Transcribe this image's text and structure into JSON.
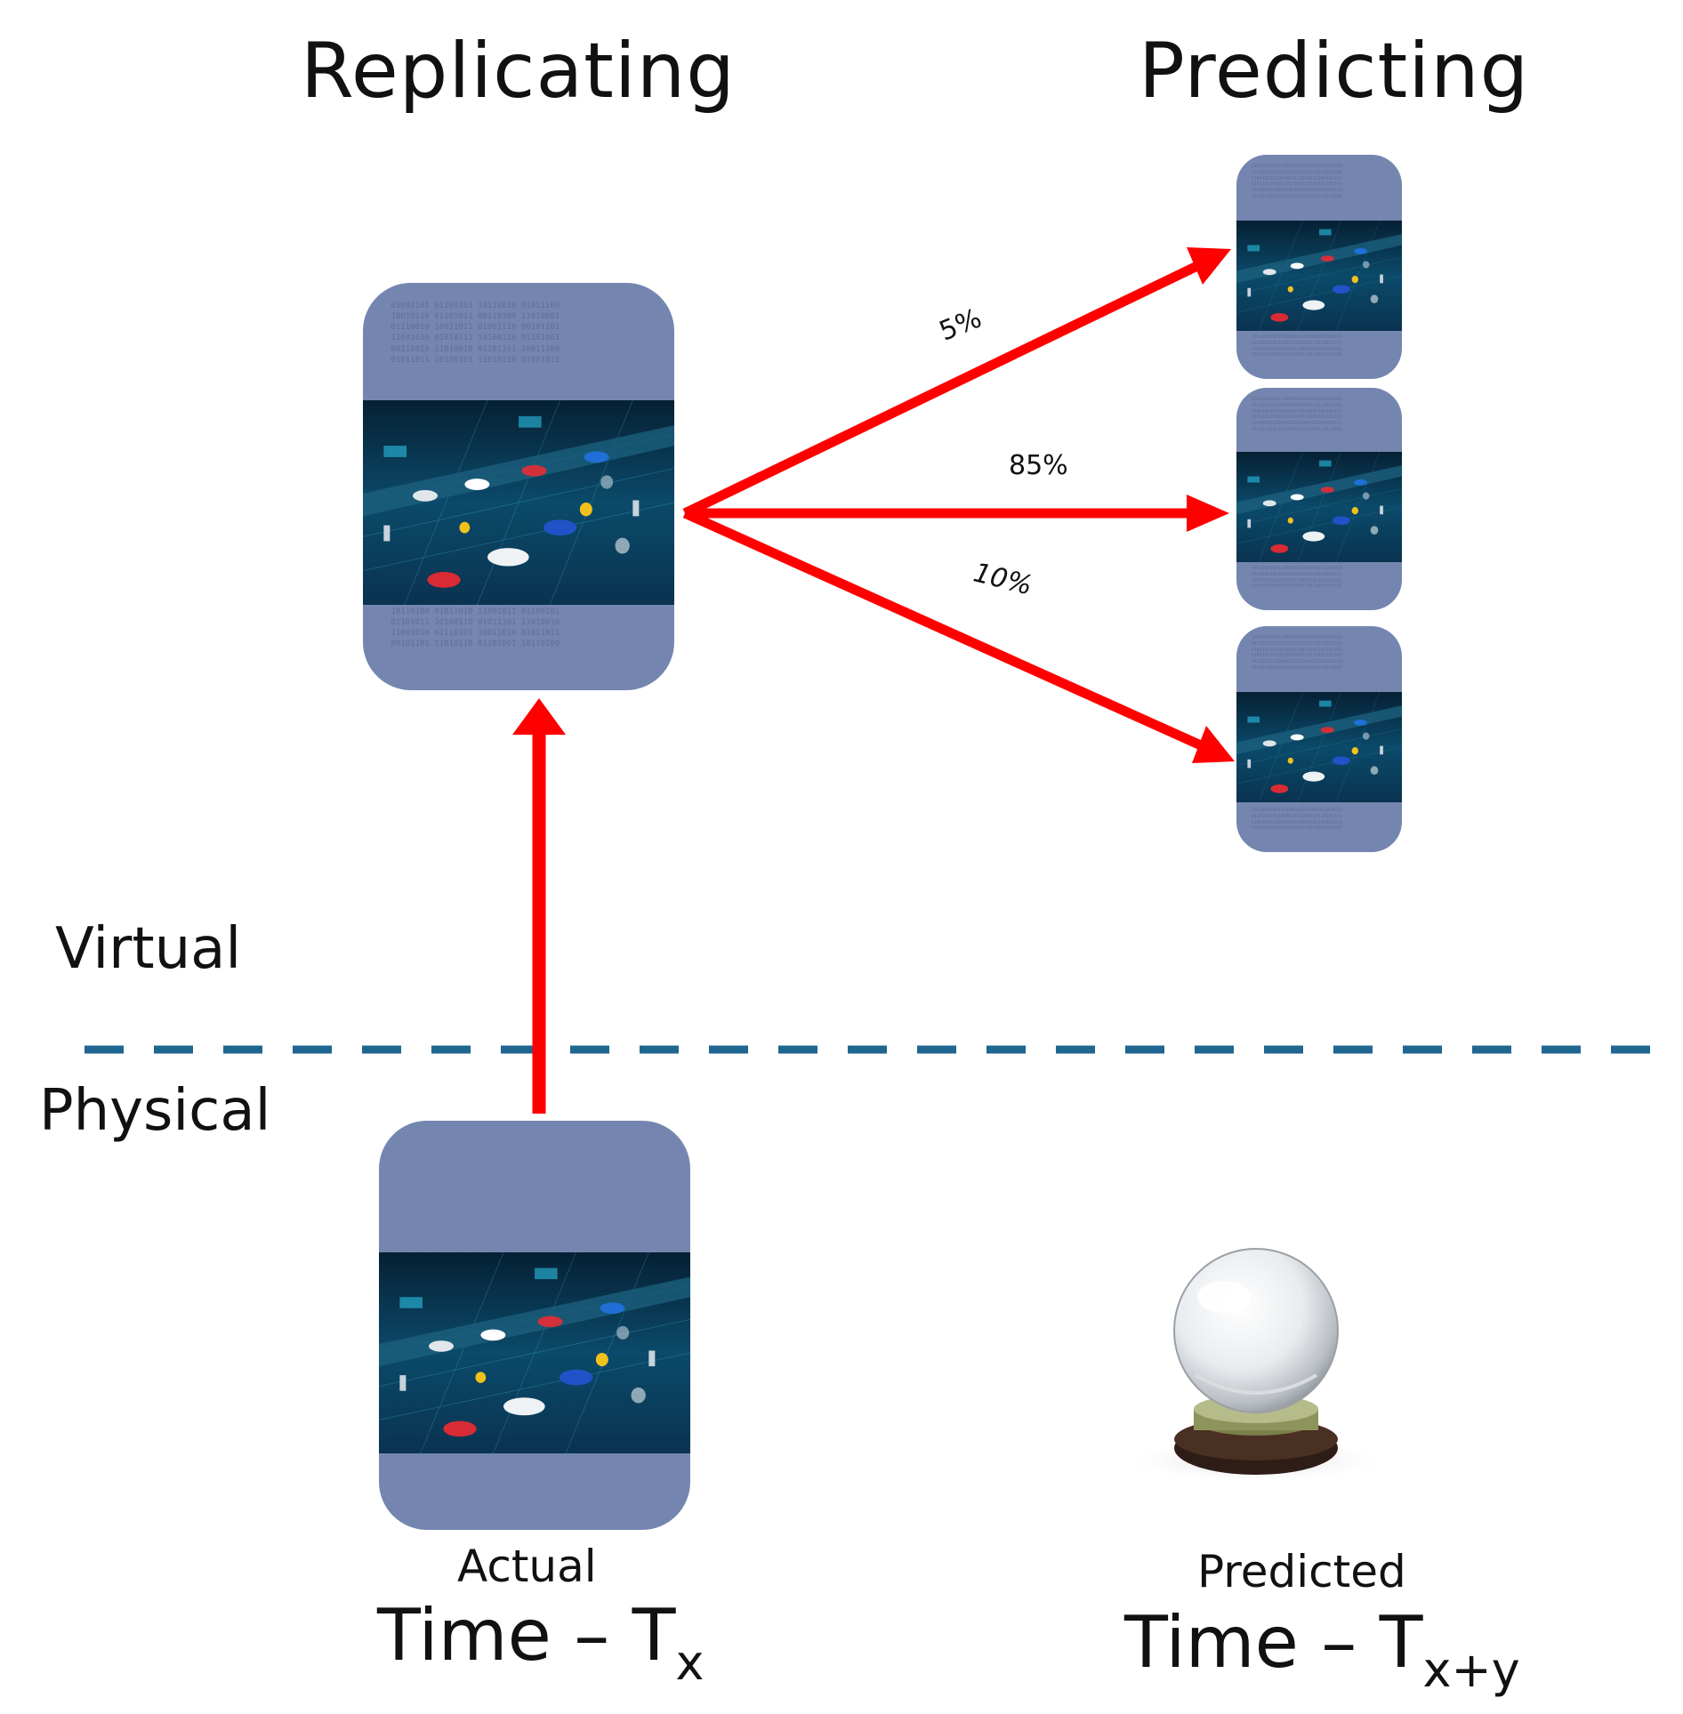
{
  "headings": {
    "replicating": "Replicating",
    "predicting": "Predicting"
  },
  "regions": {
    "virtual": "Virtual",
    "physical": "Physical"
  },
  "branches": [
    {
      "label": "5%"
    },
    {
      "label": "85%"
    },
    {
      "label": "10%"
    }
  ],
  "actual": {
    "caption": "Actual",
    "time": "Time – T",
    "sub": "x"
  },
  "predicted": {
    "caption": "Predicted",
    "time": "Time – T",
    "sub": "x+y"
  },
  "colors": {
    "arrow": "#ff0000",
    "card": "#7486b0",
    "divider": "#1f6691"
  },
  "icons": {
    "crystal_ball": "crystal-ball-icon",
    "factory_scene": "smart-factory-image"
  }
}
